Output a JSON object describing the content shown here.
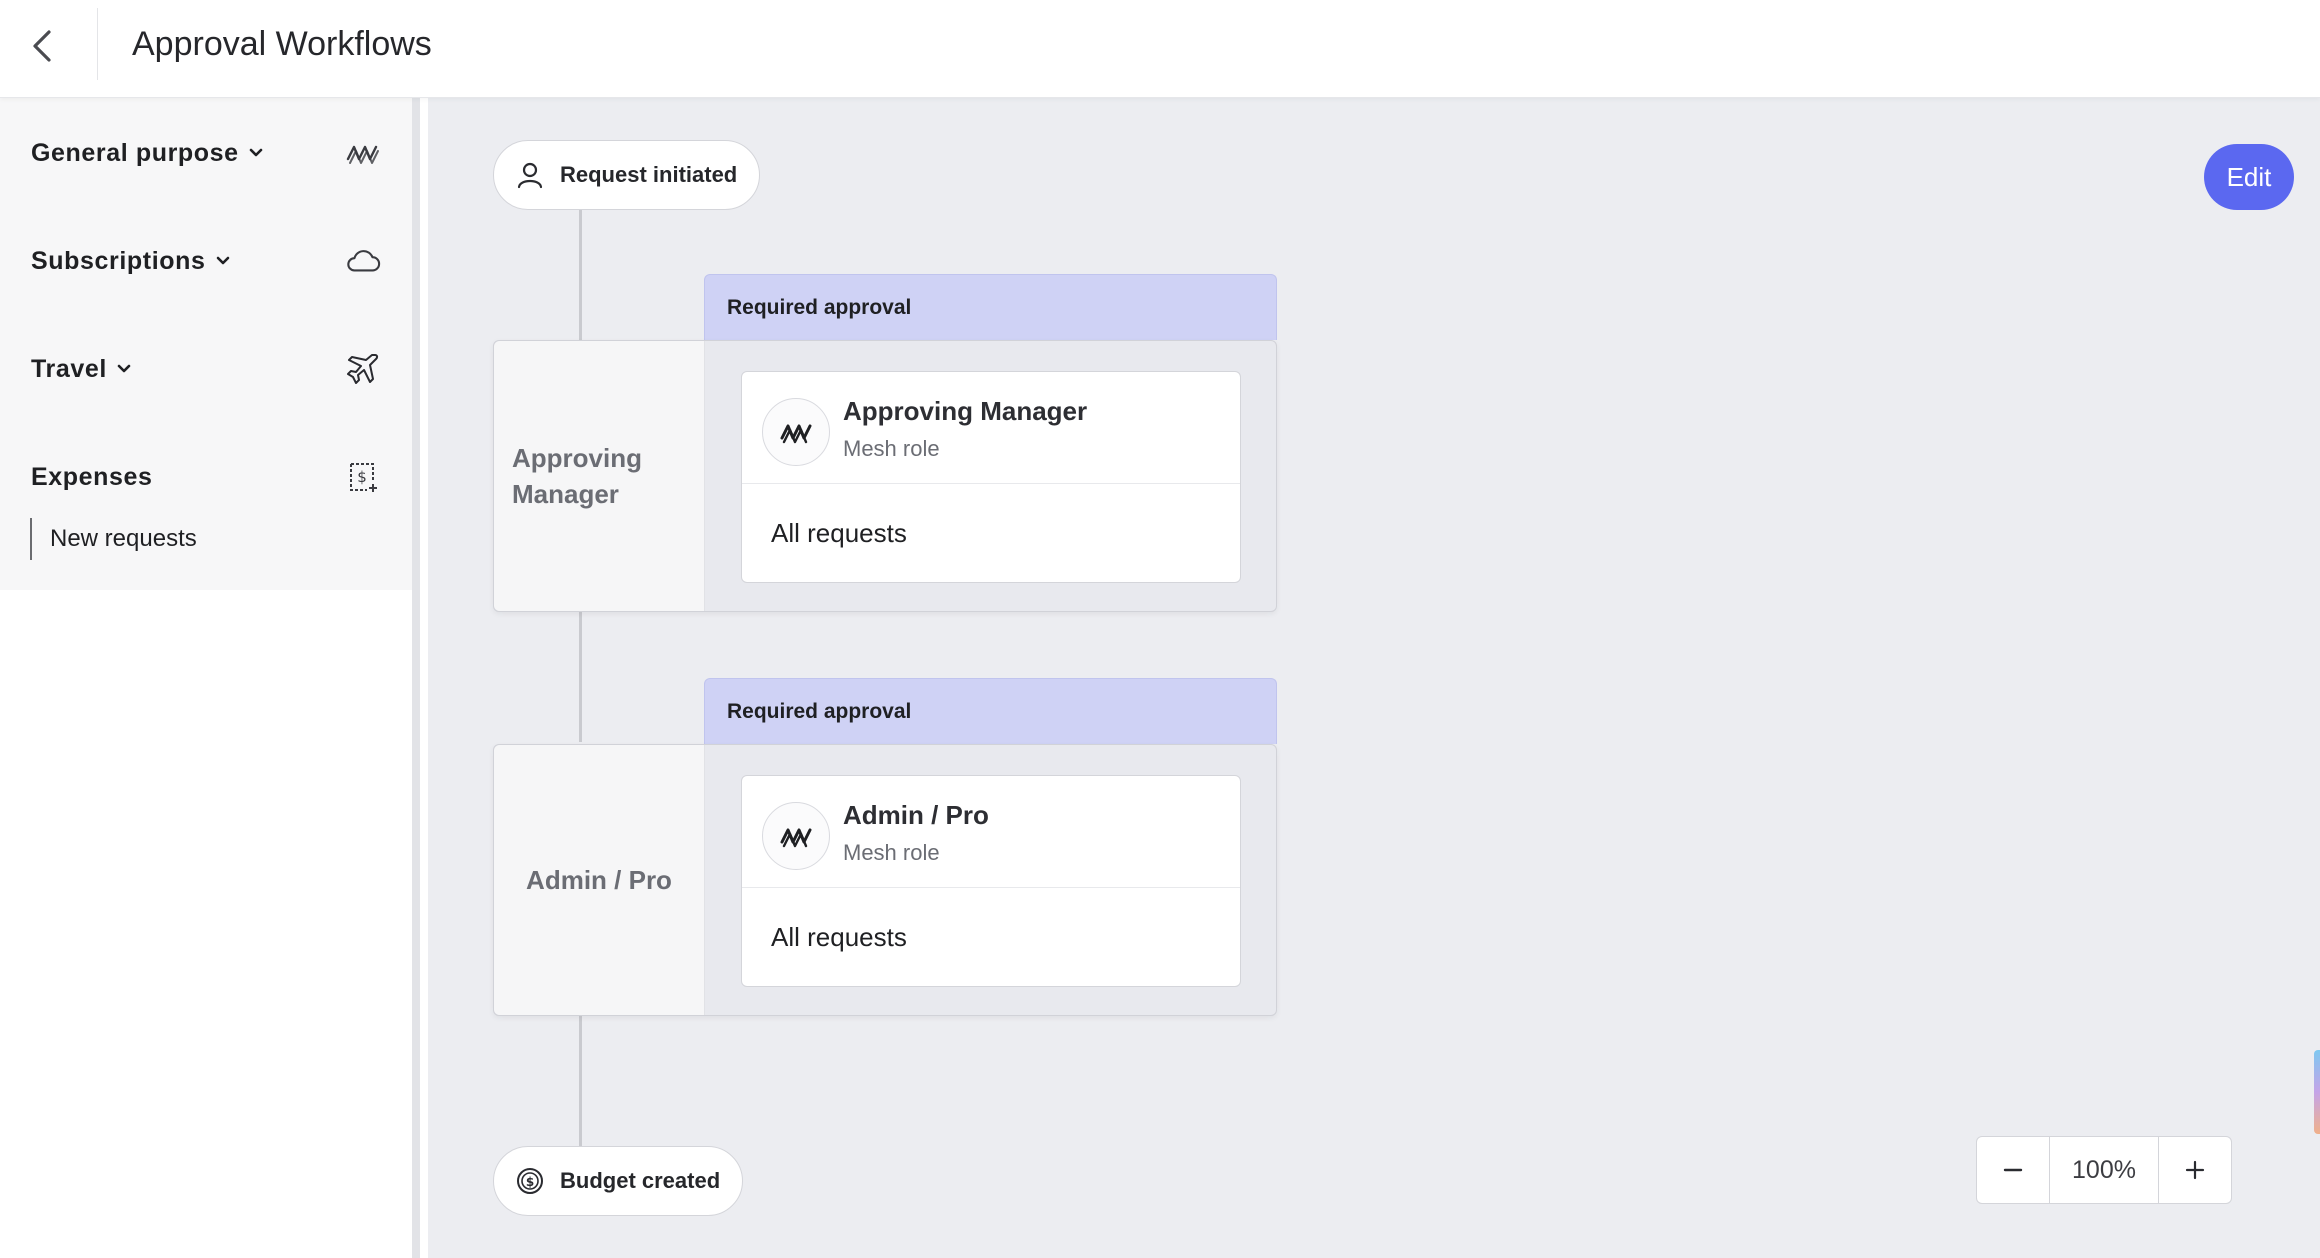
{
  "header": {
    "title": "Approval Workflows"
  },
  "sidebar": {
    "items": [
      {
        "label": "General purpose",
        "icon": "mesh-wave-icon",
        "has_chevron": true
      },
      {
        "label": "Subscriptions",
        "icon": "cloud-icon",
        "has_chevron": true
      },
      {
        "label": "Travel",
        "icon": "airplane-icon",
        "has_chevron": true
      },
      {
        "label": "Expenses",
        "icon": "receipt-dollar-icon",
        "has_chevron": false
      }
    ],
    "subitems": [
      {
        "label": "New requests"
      }
    ]
  },
  "canvas": {
    "start_node": {
      "label": "Request initiated",
      "icon": "user-icon"
    },
    "end_node": {
      "label": "Budget created",
      "icon": "dollar-coin-icon"
    },
    "edit_label": "Edit",
    "steps": [
      {
        "tab_label": "Required approval",
        "left_label": "Approving Manager",
        "role_name": "Approving Manager",
        "role_type": "Mesh role",
        "scope": "All requests"
      },
      {
        "tab_label": "Required approval",
        "left_label": "Admin / Pro",
        "role_name": "Admin / Pro",
        "role_type": "Mesh role",
        "scope": "All requests"
      }
    ],
    "zoom": {
      "value": "100%",
      "decrease": "zoom-out-minus-icon",
      "increase": "zoom-in-plus-icon"
    }
  },
  "colors": {
    "accent": "#5b68f0",
    "tab_background": "#cfd2f5",
    "canvas_background": "#ecedf1"
  }
}
